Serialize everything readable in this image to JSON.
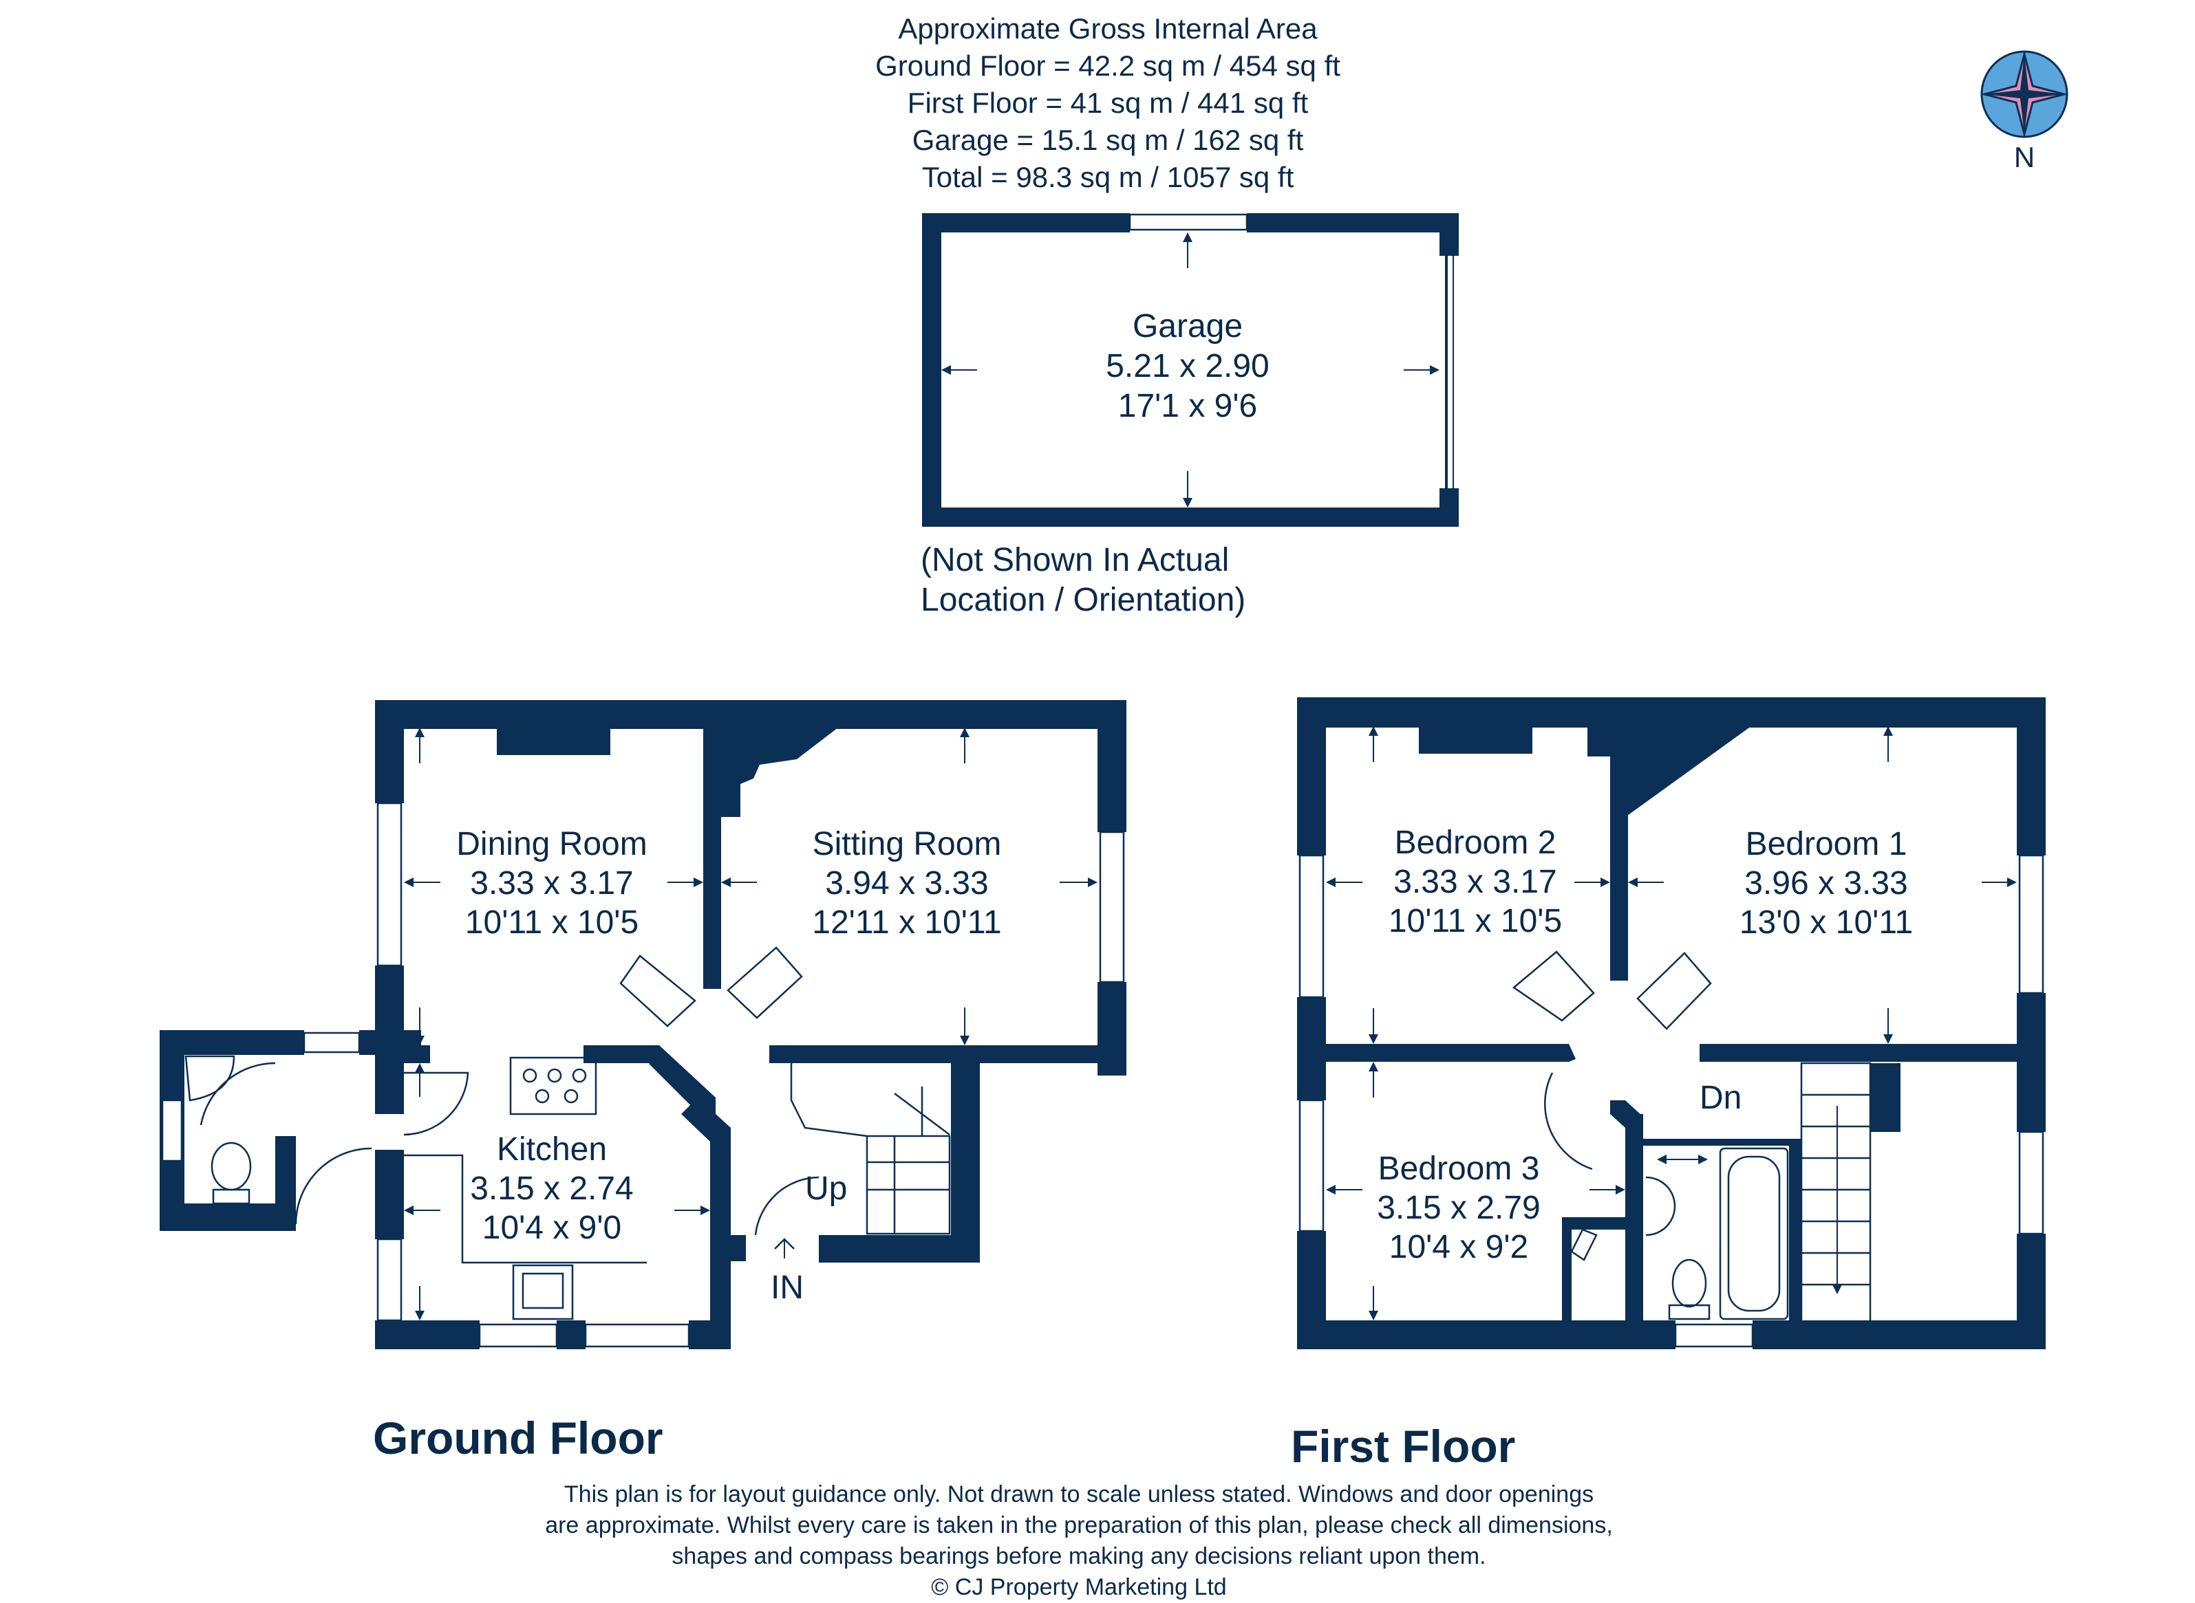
{
  "area_summary": {
    "title": "Approximate Gross Internal Area",
    "ground_floor": "Ground Floor = 42.2 sq m / 454 sq ft",
    "first_floor": "First Floor = 41 sq m / 441 sq ft",
    "garage": "Garage = 15.1 sq m / 162 sq ft",
    "total": "Total = 98.3 sq m / 1057 sq ft"
  },
  "compass": {
    "label": "N",
    "icon": "compass-rose-icon"
  },
  "garage": {
    "name": "Garage",
    "metric": "5.21 x 2.90",
    "imperial": "17'1 x 9'6",
    "note_line1": "(Not Shown In Actual",
    "note_line2": "Location / Orientation)"
  },
  "ground_floor": {
    "label": "Ground Floor",
    "rooms": [
      {
        "name": "Dining Room",
        "metric": "3.33 x 3.17",
        "imperial": "10'11 x 10'5"
      },
      {
        "name": "Sitting Room",
        "metric": "3.94 x 3.33",
        "imperial": "12'11 x 10'11"
      },
      {
        "name": "Kitchen",
        "metric": "3.15 x 2.74",
        "imperial": "10'4 x 9'0"
      }
    ],
    "stairs_label": "Up",
    "entrance_label": "IN"
  },
  "first_floor": {
    "label": "First Floor",
    "rooms": [
      {
        "name": "Bedroom 2",
        "metric": "3.33 x 3.17",
        "imperial": "10'11 x 10'5"
      },
      {
        "name": "Bedroom 1",
        "metric": "3.96 x 3.33",
        "imperial": "13'0 x 10'11"
      },
      {
        "name": "Bedroom 3",
        "metric": "3.15 x 2.79",
        "imperial": "10'4 x 9'2"
      }
    ],
    "stairs_label": "Dn"
  },
  "disclaimer": {
    "line1": "This plan is for layout guidance only. Not drawn to scale unless stated. Windows and door openings",
    "line2": "are approximate. Whilst every care is taken in the preparation of this plan, please check all dimensions,",
    "line3": "shapes and compass bearings before making any decisions reliant upon them.",
    "copyright": "© CJ Property Marketing Ltd"
  },
  "colors": {
    "wall": "#0b2f55",
    "text": "#0b2a4a",
    "compass_fill": "#e98bb7",
    "compass_ring": "#5aa6dc"
  }
}
